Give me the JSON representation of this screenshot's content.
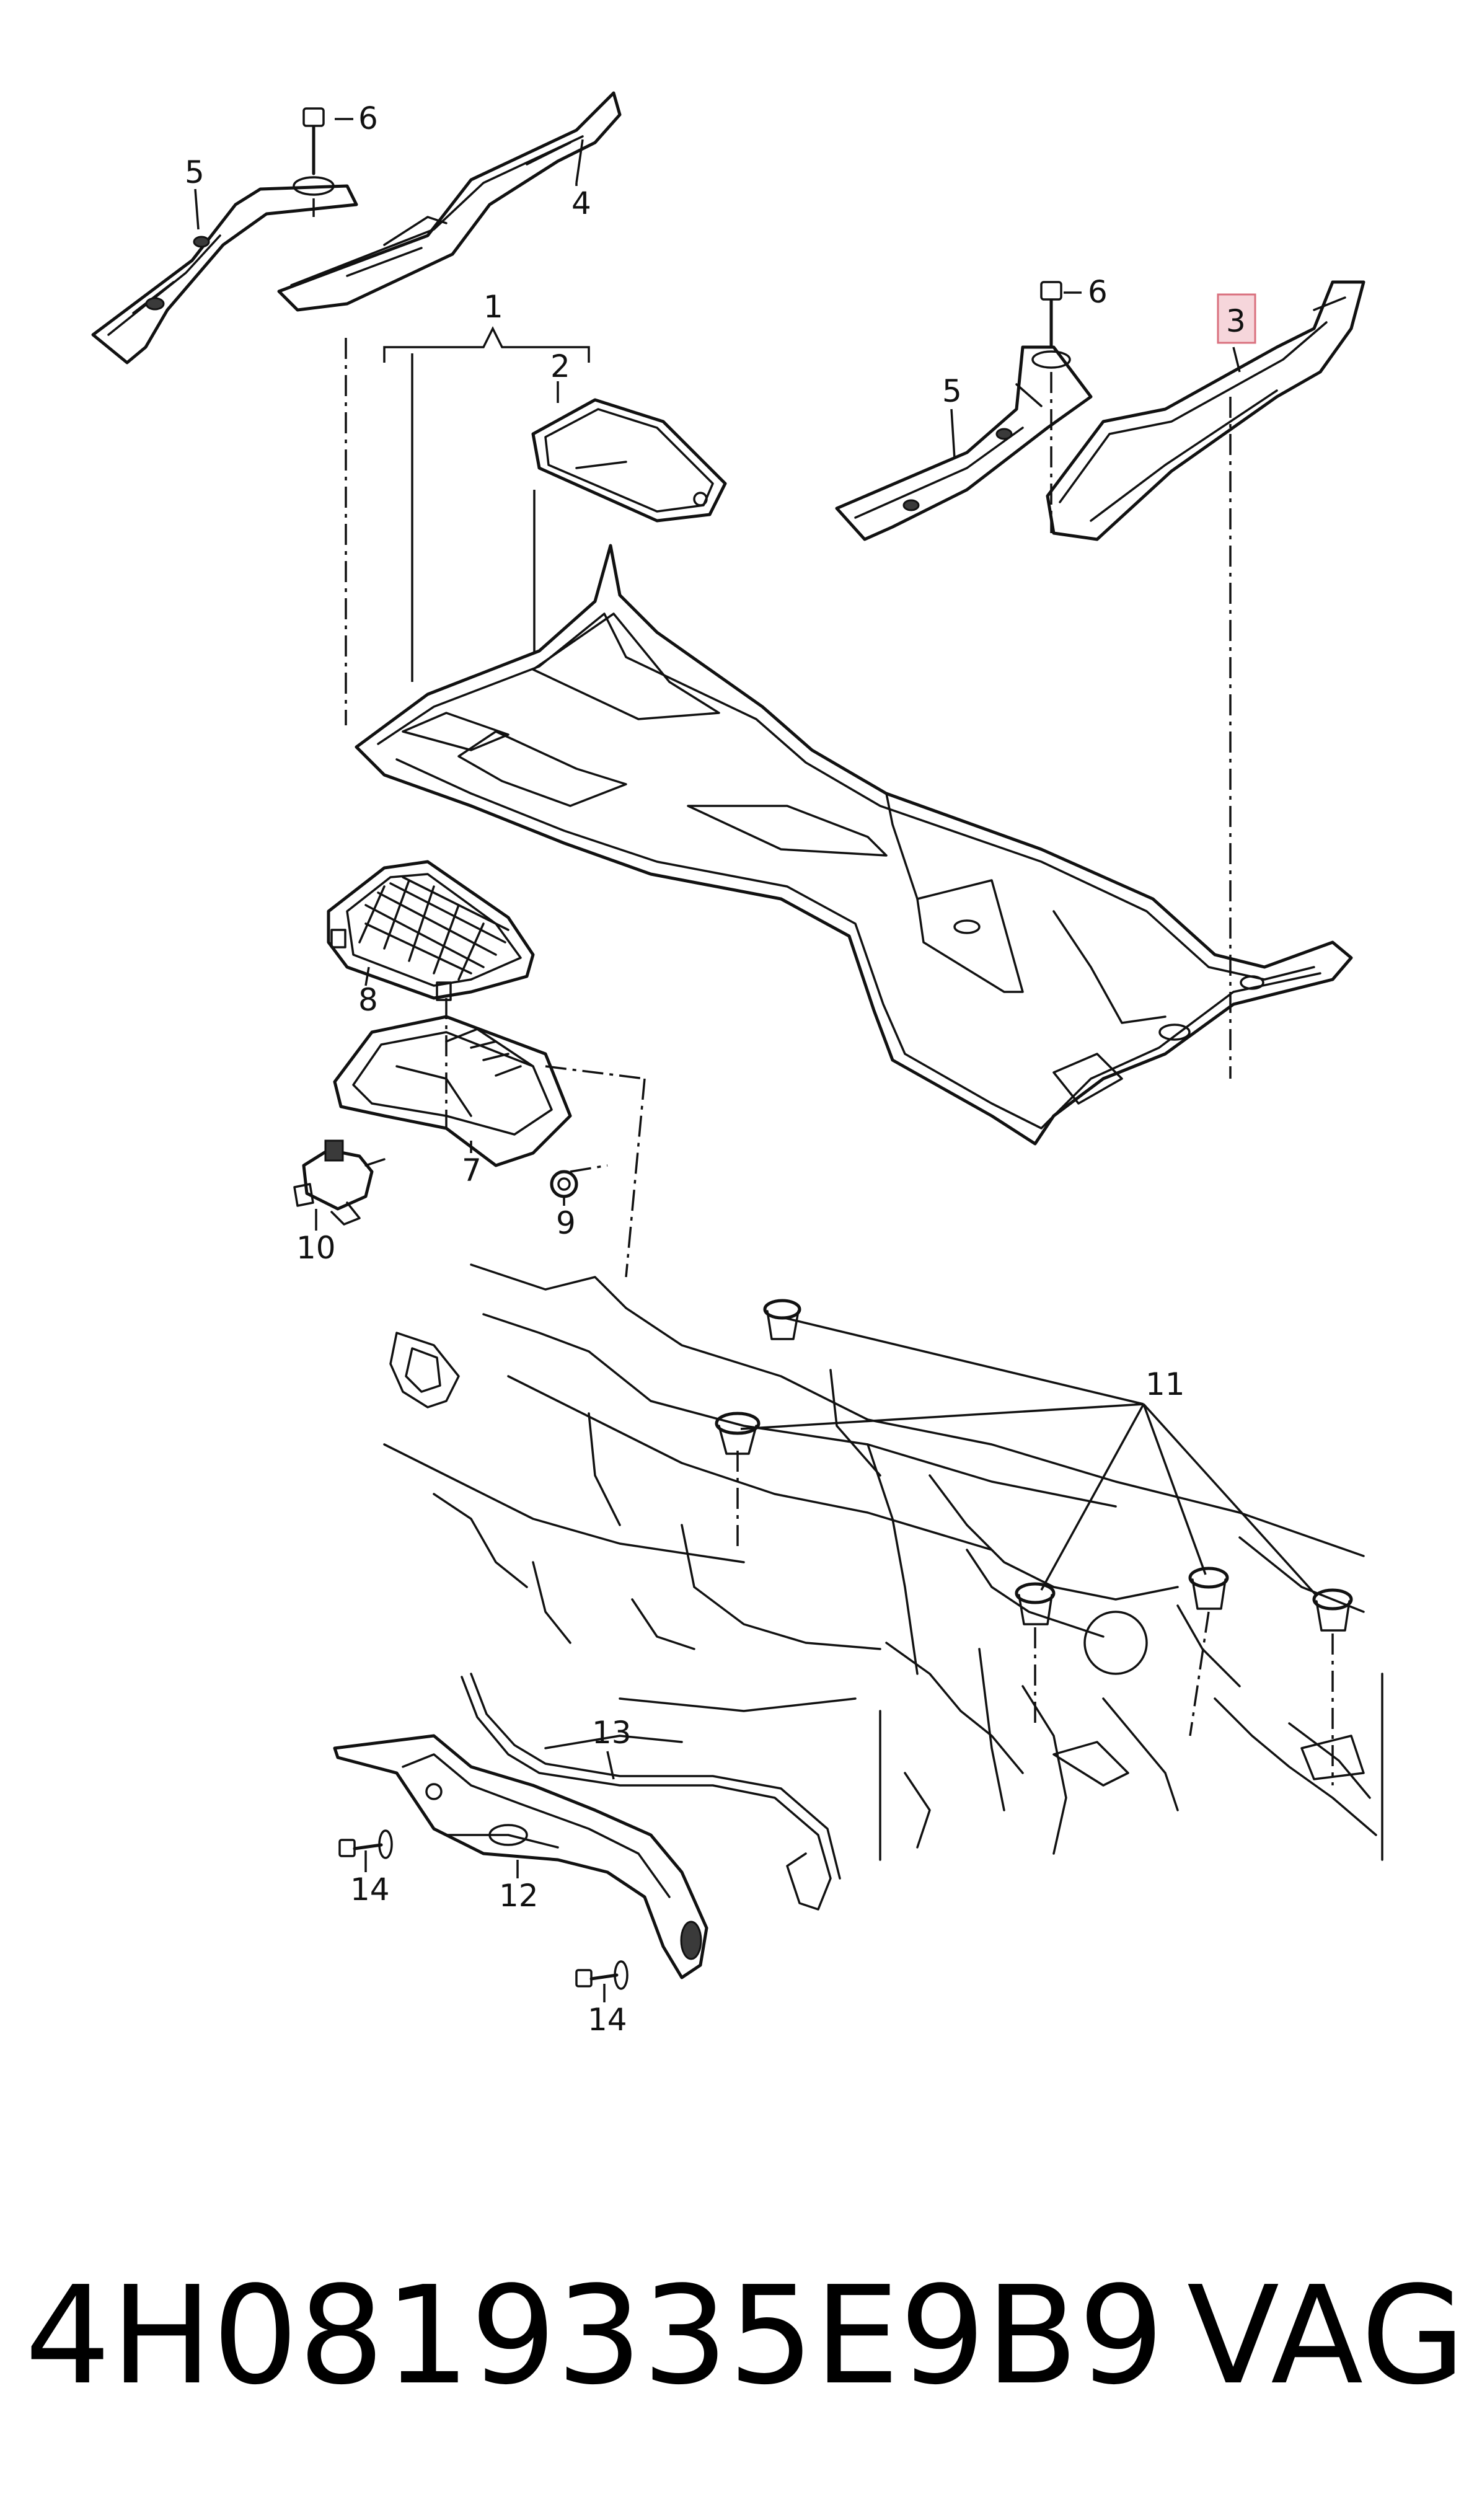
{
  "callouts": {
    "c1": "1",
    "c2": "2",
    "c3": "3",
    "c4": "4",
    "c5_left": "5",
    "c5_right": "5",
    "c6_left": "6",
    "c6_right": "6",
    "c7": "7",
    "c8": "8",
    "c9": "9",
    "c10": "10",
    "c11": "11",
    "c12": "12",
    "c13": "13",
    "c14_top": "14",
    "c14_bottom": "14"
  },
  "highlighted_callout": "3",
  "footer": {
    "part_number": "4H0819335E9B9",
    "brand": "VAG"
  },
  "colors": {
    "line": "#111111",
    "highlight_fill": "#f6d6db",
    "highlight_stroke": "#d9707e"
  }
}
